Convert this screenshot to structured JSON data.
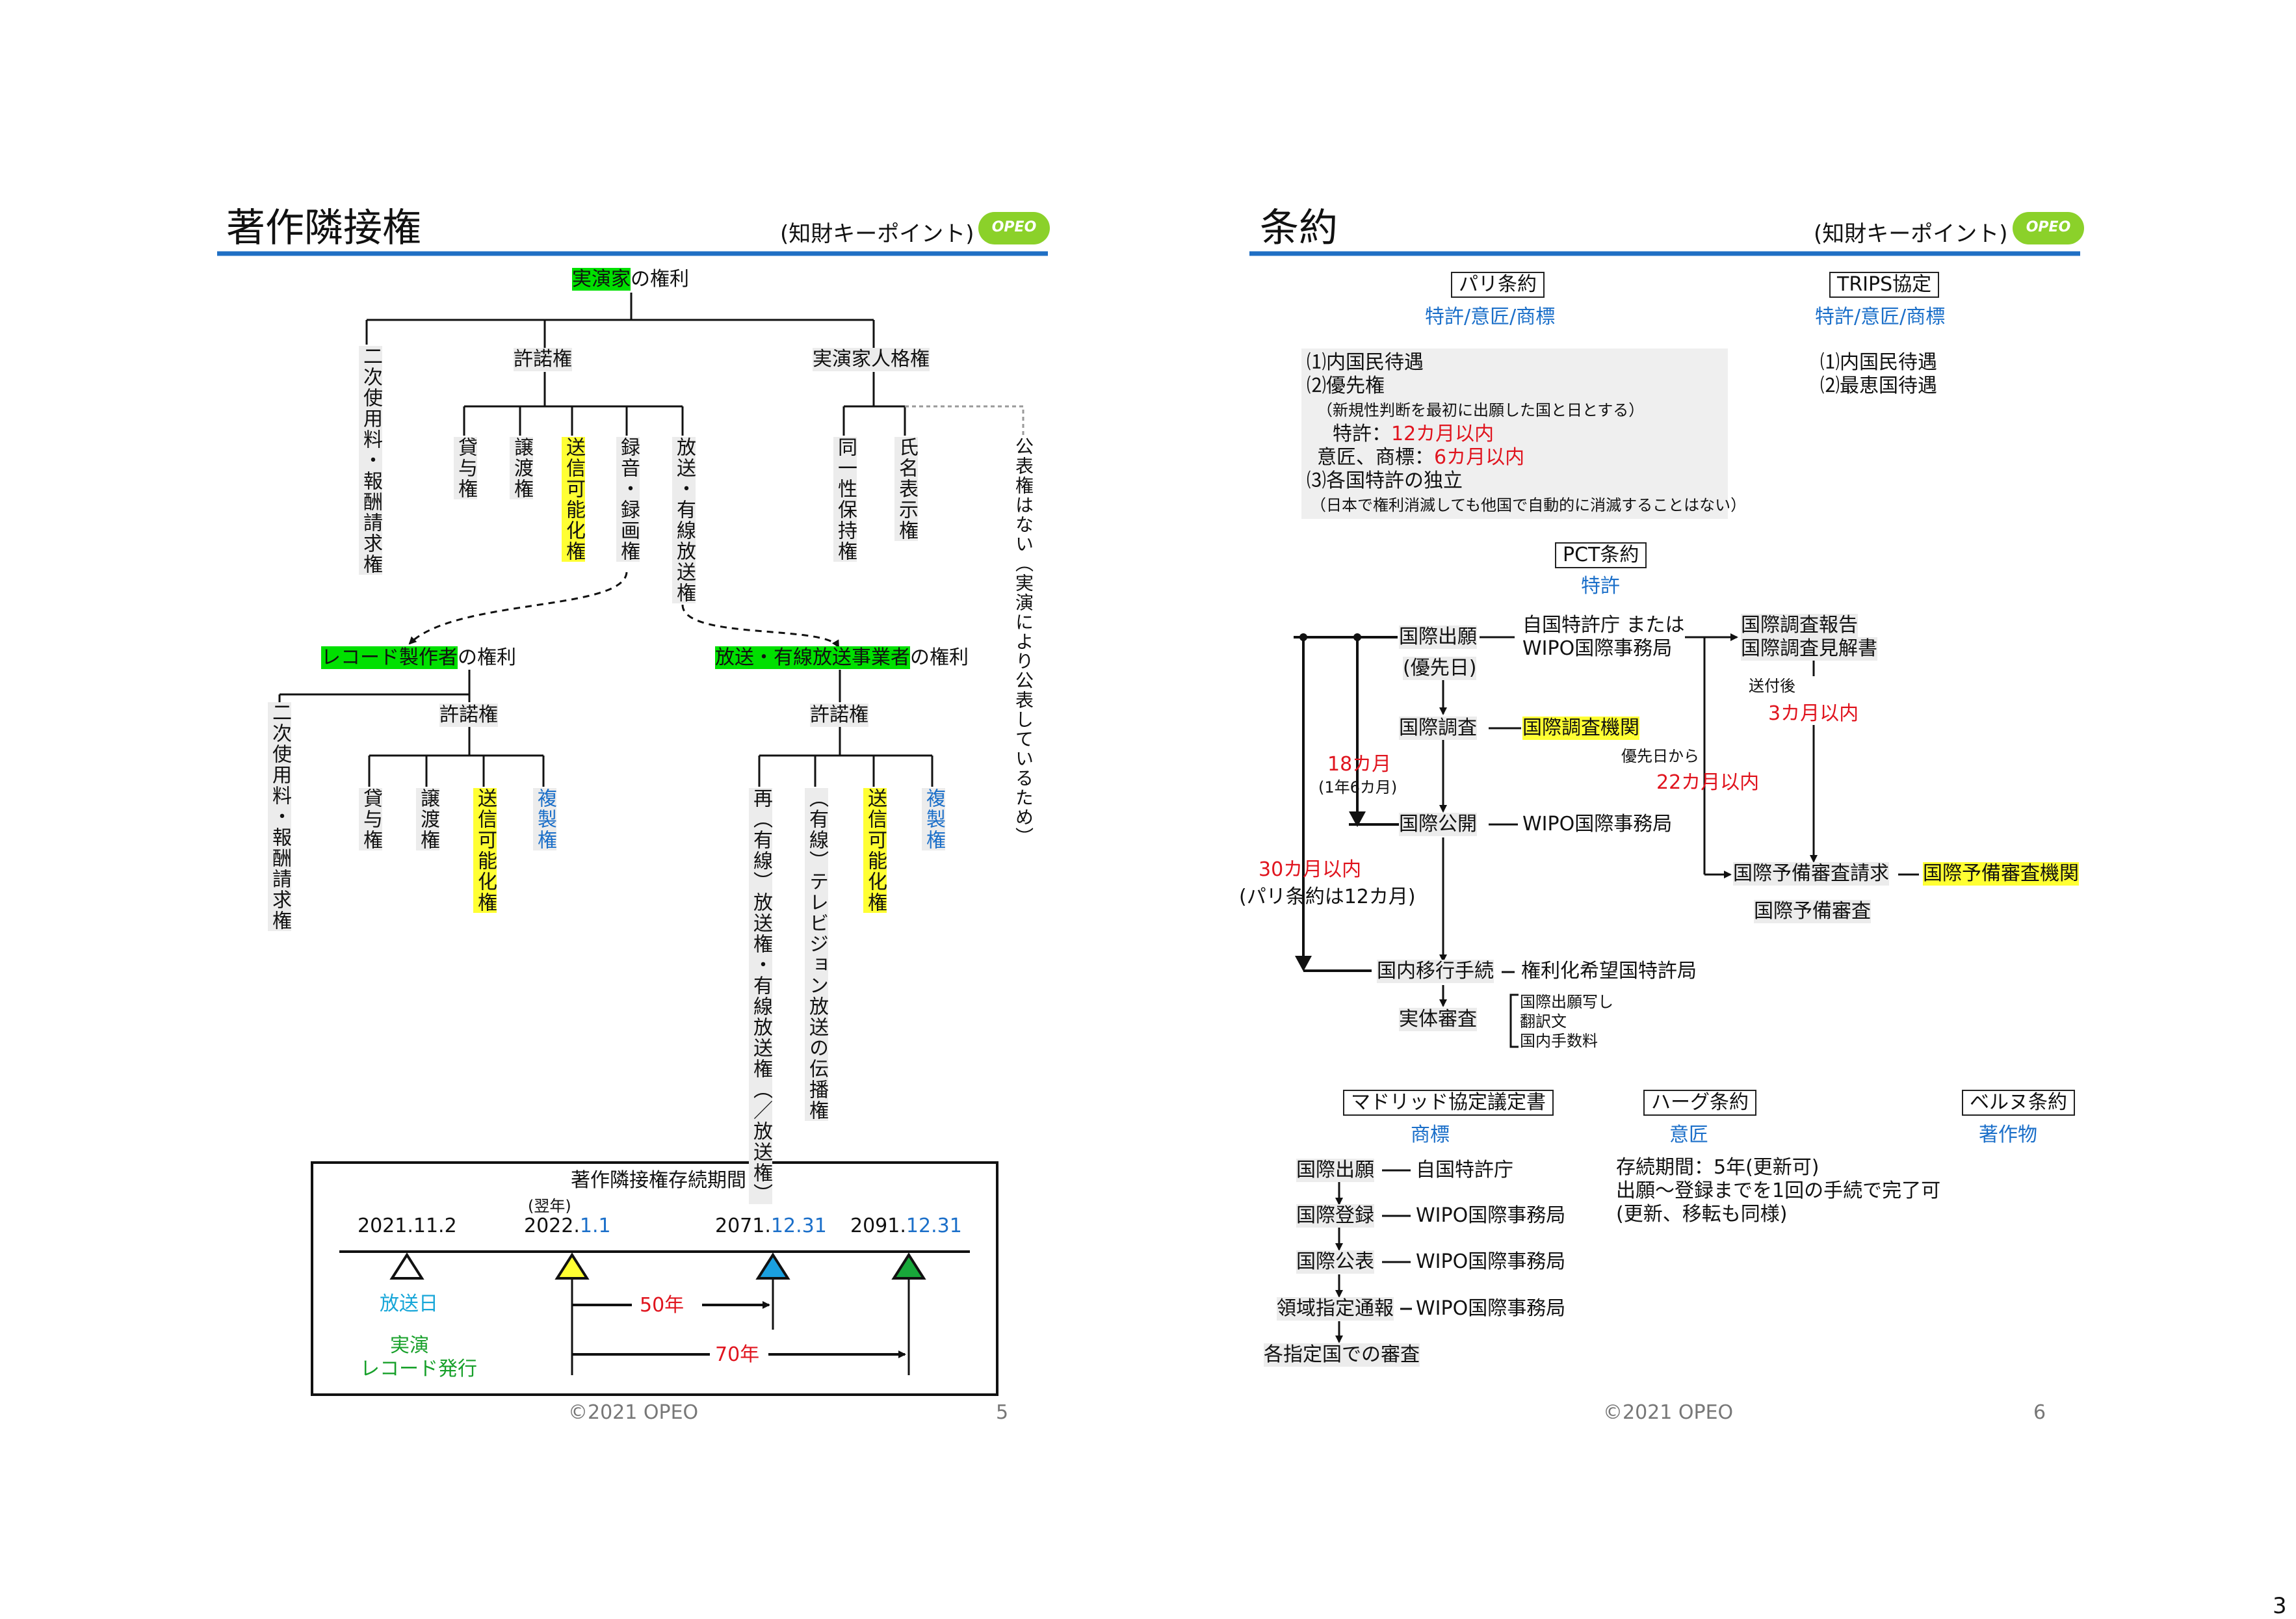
{
  "left": {
    "title": "著作隣接権",
    "subtitle": "(知財キーポイント)",
    "logo": "OPEO",
    "performer": {
      "highlight": "実演家",
      "suffix": "の権利"
    },
    "branch_secondary": "二次使用料・報酬請求権",
    "branch_license": "許諾権",
    "branch_moral": "実演家人格権",
    "license_items": [
      "貸与権",
      "譲渡権",
      "送信可能化権",
      "録音・録画権",
      "放送・有線放送権"
    ],
    "moral_items": [
      "同一性保持権",
      "氏名表示権"
    ],
    "no_publicity": "公表権はない（実演により公表しているため）",
    "record": {
      "highlight": "レコード製作者",
      "suffix": "の権利"
    },
    "record_secondary": "二次使用料・報酬請求権",
    "record_license": "許諾権",
    "record_items": [
      "貸与権",
      "譲渡権",
      "送信可能化権",
      "複製権"
    ],
    "broadcast": {
      "highlight": "放送・有線放送事業者",
      "suffix": "の権利"
    },
    "broadcast_license": "許諾権",
    "broadcast_items": [
      "再（有線）放送権・有線放送権（／放送権）",
      "（有線）テレビジョン放送の伝播権",
      "送信可能化権",
      "複製権"
    ],
    "timeline": {
      "title": "著作隣接権存続期間",
      "next_year": "(翌年)",
      "d1": "2021.11.2",
      "d2a": "2022.",
      "d2b": "1.1",
      "d3a": "2071.",
      "d3b": "12.31",
      "d4a": "2091.",
      "d4b": "12.31",
      "broadcast_day": "放送日",
      "perform_line1": "実演",
      "perform_line2": "レコード発行",
      "y50": "50年",
      "y70": "70年"
    },
    "copyright": "©2021 OPEO",
    "page": "5"
  },
  "right": {
    "title": "条約",
    "subtitle": "(知財キーポイント)",
    "logo": "OPEO",
    "paris": {
      "name": "パリ条約",
      "sub": "特許/意匠/商標",
      "l1": "⑴内国民待遇",
      "l2": "⑵優先権",
      "l3": "（新規性判断を最初に出願した国と日とする）",
      "l4a": "特許：",
      "l4b": "12カ月以内",
      "l5a": "意匠、商標：",
      "l5b": "6カ月以内",
      "l6": "⑶各国特許の独立",
      "l7": "（日本で権利消滅しても他国で自動的に消滅することはない）"
    },
    "trips": {
      "name": "TRIPS協定",
      "sub": "特許/意匠/商標",
      "l1": "⑴内国民待遇",
      "l2": "⑵最恵国待遇"
    },
    "pct": {
      "name": "PCT条約",
      "sub": "特許",
      "intl_app": "国際出願",
      "priority_date": "(優先日)",
      "office1": "自国特許庁 または",
      "office2": "WIPO国際事務局",
      "report1": "国際調査報告",
      "report2": "国際調査見解書",
      "after_send": "送付後",
      "m3": "3カ月以内",
      "search": "国際調査",
      "search_org": "国際調査機関",
      "from_priority": "優先日から",
      "m22": "22カ月以内",
      "m18": "18カ月",
      "m18b": "(1年6カ月)",
      "publish": "国際公開",
      "publish_org": "WIPO国際事務局",
      "m30": "30カ月以内",
      "m30b": "(パリ条約は12カ月)",
      "prelim_req": "国際予備審査請求",
      "prelim_org": "国際予備審査機関",
      "prelim": "国際予備審査",
      "national": "国内移行手続",
      "national_org": "権利化希望国特許局",
      "exam": "実体審査",
      "docs": [
        "国際出願写し",
        "翻訳文",
        "国内手数料"
      ]
    },
    "madrid": {
      "name": "マドリッド協定議定書",
      "sub": "商標",
      "s1": "国際出願",
      "s1o": "自国特許庁",
      "s2": "国際登録",
      "s2o": "WIPO国際事務局",
      "s3": "国際公表",
      "s3o": "WIPO国際事務局",
      "s4": "領域指定通報",
      "s4o": "WIPO国際事務局",
      "s5": "各指定国での審査"
    },
    "hague": {
      "name": "ハーグ条約",
      "sub": "意匠",
      "l1": "存続期間：5年(更新可)",
      "l2": "出願～登録までを1回の手続で完了可",
      "l3": "(更新、移転も同様)"
    },
    "berne": {
      "name": "ベルヌ条約",
      "sub": "著作物"
    },
    "copyright": "©2021 OPEO",
    "page": "6"
  },
  "corner": "3",
  "colors": {
    "header_line": "#1f6fc4",
    "highlight_green": "#00e000",
    "highlight_yellow": "#ffff33",
    "blue_text": "#1b6fc9",
    "red_text": "#e0141e"
  }
}
